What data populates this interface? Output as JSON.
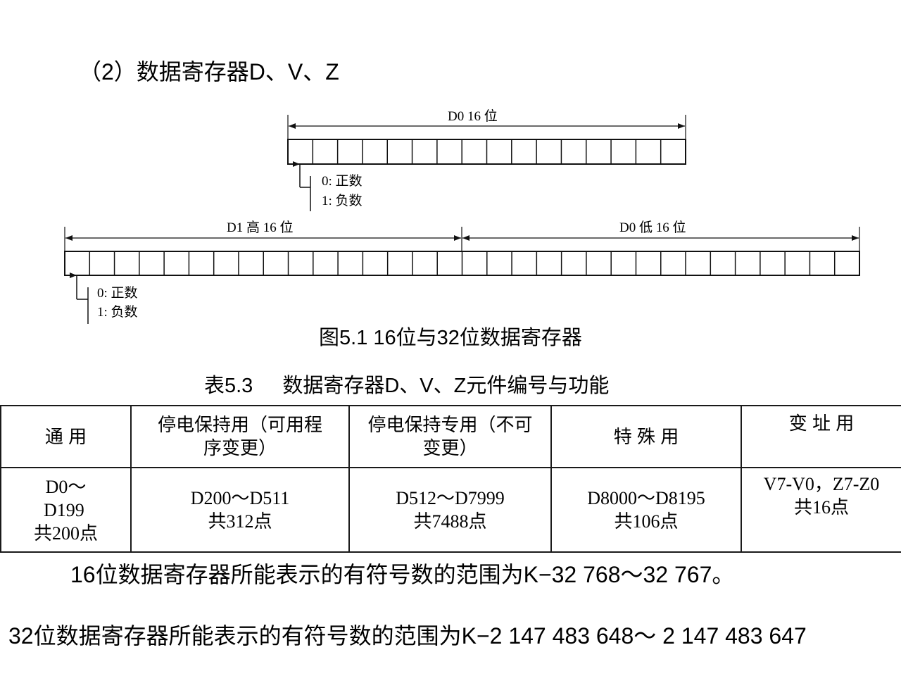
{
  "heading": "（2）数据寄存器D、V、Z",
  "figure": {
    "register16": {
      "label": "D0  16 位",
      "bit_count": 16,
      "sign_note": {
        "zero": "0:  正数",
        "one": "1:  负数"
      }
    },
    "register32": {
      "high_label": "D1  高 16 位",
      "low_label": "D0  低 16 位",
      "bit_count": 32,
      "sign_note": {
        "zero": "0:  正数",
        "one": "1:  负数"
      }
    },
    "caption": "图5.1  16位与32位数据寄存器"
  },
  "table": {
    "caption_number": "表5.3",
    "caption_title": "数据寄存器D、V、Z元件编号与功能",
    "headers": [
      {
        "line1": "通    用",
        "line2": ""
      },
      {
        "line1": "停电保持用（可用程",
        "line2": "序变更）"
      },
      {
        "line1": "停电保持专用（不可",
        "line2": "变更）"
      },
      {
        "line1": "特 殊 用",
        "line2": ""
      },
      {
        "line1": "变 址 用",
        "line2": ""
      }
    ],
    "rows": [
      [
        {
          "line1": "D0～",
          "line2": "D199",
          "line3": "共200点"
        },
        {
          "line1": "D200～D511",
          "line2": "共312点",
          "line3": ""
        },
        {
          "line1": "D512～D7999",
          "line2": "共7488点",
          "line3": ""
        },
        {
          "line1": "D8000～D8195",
          "line2": "共106点",
          "line3": ""
        },
        {
          "line1": "V7-V0，Z7-Z0",
          "line2": "共16点",
          "line3": ""
        }
      ]
    ]
  },
  "text": {
    "range16": "16位数据寄存器所能表示的有符号数的范围为K−32 768～32 767。",
    "range32": "32位数据寄存器所能表示的有符号数的范围为K−2 147 483 648～ 2 147 483 647"
  }
}
